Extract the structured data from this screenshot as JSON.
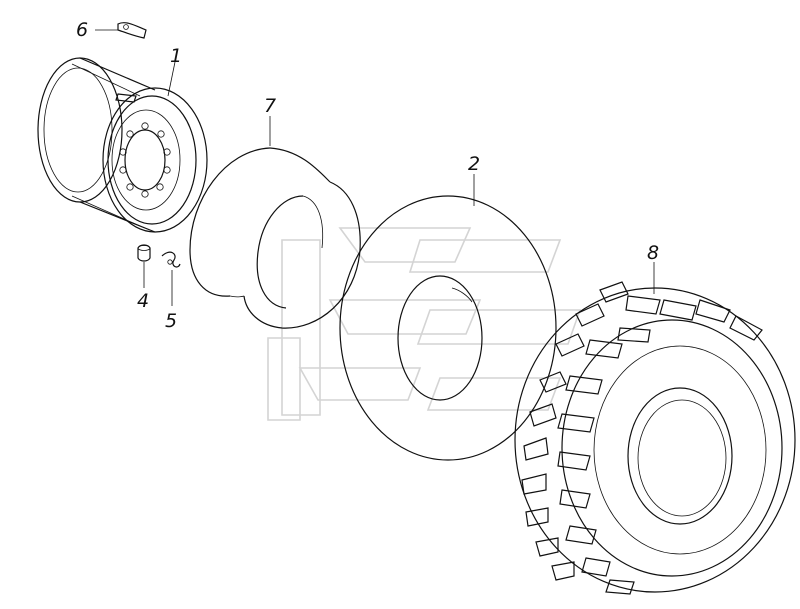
{
  "diagram": {
    "background": "#ffffff",
    "line_color": "#111111",
    "watermark_color": "#d4d4d4",
    "callouts": [
      {
        "id": "1",
        "label": "1",
        "part": "wheel-rim"
      },
      {
        "id": "2",
        "label": "2",
        "part": "inner-tube"
      },
      {
        "id": "4",
        "label": "4",
        "part": "valve-cap"
      },
      {
        "id": "5",
        "label": "5",
        "part": "valve-clip"
      },
      {
        "id": "6",
        "label": "6",
        "part": "balance-weight"
      },
      {
        "id": "7",
        "label": "7",
        "part": "rim-flap"
      },
      {
        "id": "8",
        "label": "8",
        "part": "tire"
      }
    ]
  }
}
